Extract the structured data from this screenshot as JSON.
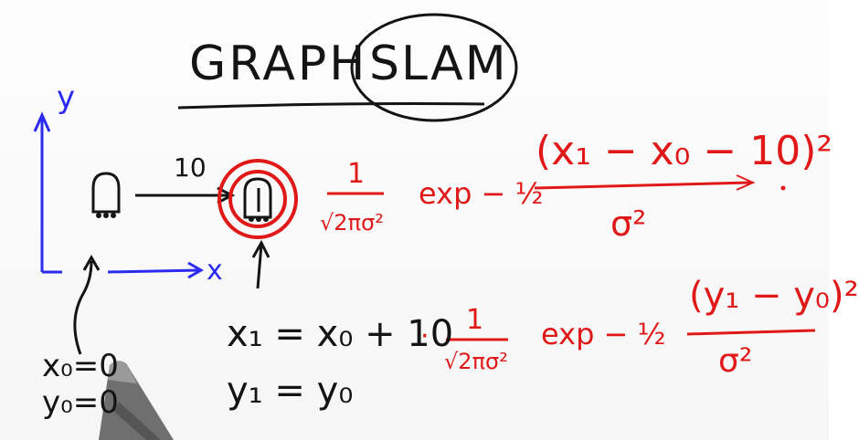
{
  "title": {
    "part1": "GRAPH",
    "part2": "SLAM"
  },
  "axes": {
    "y_label": "y",
    "x_label": "x"
  },
  "motion": {
    "distance_label": "10"
  },
  "initial": {
    "x0": "x₀=0",
    "y0": "y₀=0"
  },
  "constraints": {
    "x_eq": "x₁ = x₀ + 10",
    "y_eq": "y₁ = y₀"
  },
  "formula_x": {
    "coef_num": "1",
    "coef_den": "√2πσ²",
    "exp": "exp − ½",
    "numerator": "(x₁ − x₀ − 10)²",
    "denominator": "σ²"
  },
  "formula_y": {
    "dot": "·",
    "coef_num": "1",
    "coef_den": "√2πσ²",
    "exp": "exp − ½",
    "numerator": "(y₁ − y₀)²",
    "denominator": "σ²"
  },
  "colors": {
    "ink": "#141414",
    "red": "#e01818",
    "blue": "#2b2bf0",
    "pen": "#6f6f6f"
  }
}
